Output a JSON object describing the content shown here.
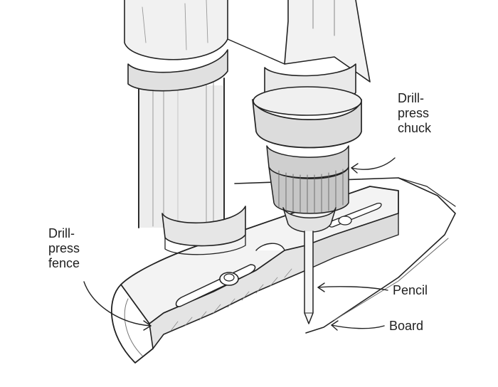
{
  "labels": {
    "chuck": [
      "Drill-",
      "press",
      "chuck"
    ],
    "fence": [
      "Drill-",
      "press",
      "fence"
    ],
    "pencil": "Pencil",
    "board": "Board"
  },
  "colors": {
    "ink": "#222222",
    "paper": "#ffffff",
    "shade": "#8a8a8a",
    "light_shade": "#d6d6d6"
  }
}
